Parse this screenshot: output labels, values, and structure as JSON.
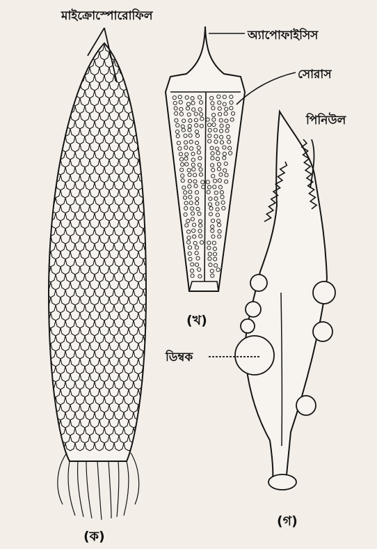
{
  "labels": {
    "microsporophyll": "মাইক্রোস্পোরোফিল",
    "apophysis": "অ্যাপোফাইসিস",
    "sorus": "সোরাস",
    "pinnule": "পিনিউল",
    "ovule": "ডিম্বক"
  },
  "captions": {
    "a": "(ক)",
    "b": "(খ)",
    "c": "(গ)"
  },
  "colors": {
    "ink": "#141414",
    "paper": "#f3eee8"
  }
}
